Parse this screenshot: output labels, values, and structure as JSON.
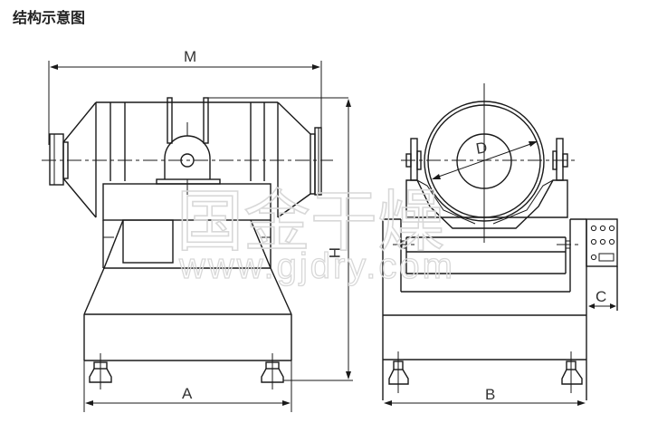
{
  "title": "结构示意图",
  "diagram": {
    "type": "mechanical schematic",
    "subject": "two-dimensional motion mixer",
    "views": [
      "front view",
      "side view"
    ],
    "dimension_labels": {
      "M": "M",
      "H": "H",
      "A": "A",
      "B": "B",
      "C": "C",
      "D": "D"
    },
    "watermark": {
      "brand": "国金干燥",
      "url": "www.gjdry.com"
    },
    "control_panel": {
      "buttons": 7,
      "display": 1
    }
  }
}
